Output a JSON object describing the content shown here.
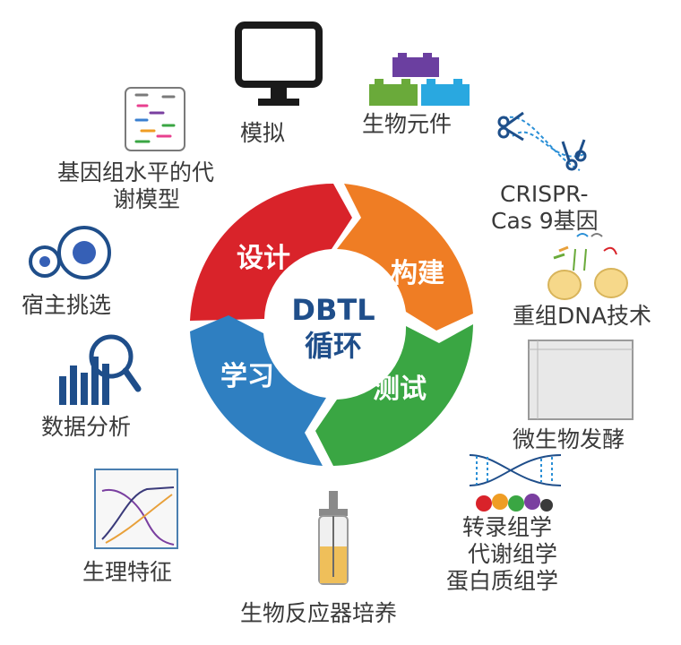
{
  "center": {
    "line1": "DBTL",
    "line2": "循环"
  },
  "segments": {
    "design": {
      "label": "设计",
      "color": "#d9232a"
    },
    "build": {
      "label": "构建",
      "color": "#ef7d24"
    },
    "test": {
      "label": "测试",
      "color": "#3aa643"
    },
    "learn": {
      "label": "学习",
      "color": "#2f7fc1"
    }
  },
  "labels": {
    "modeling": "模拟",
    "parts": "生物元件",
    "crispr_1": "CRISPR-",
    "crispr_2": "Cas 9基因",
    "genome_model_1": "基因组水平的代",
    "genome_model_2": "谢模型",
    "host": "宿主挑选",
    "dna_tech": "重组DNA技术",
    "data_analysis": "数据分析",
    "fermentation": "微生物发酵",
    "omics_1": "转录组学",
    "omics_2": "代谢组学",
    "omics_3": "蛋白质组学",
    "physiology": "生理特征",
    "bioreactor": "生物反应器培养"
  }
}
